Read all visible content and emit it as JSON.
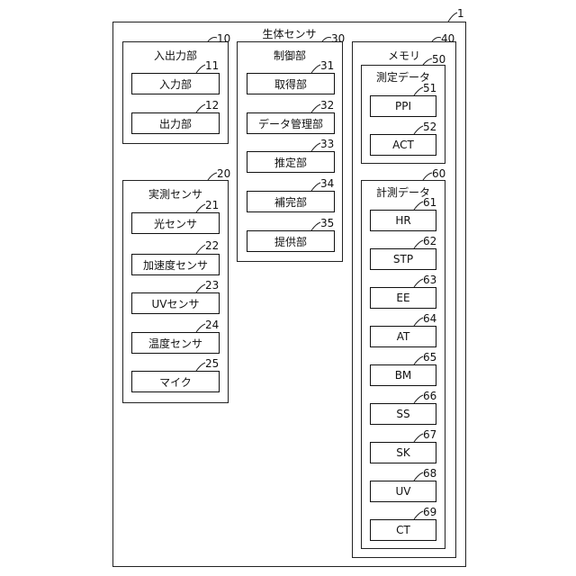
{
  "device": {
    "title": "生体センサ",
    "ref": "1"
  },
  "io_unit": {
    "title": "入出力部",
    "ref": "10",
    "items": [
      {
        "label": "入力部",
        "ref": "11"
      },
      {
        "label": "出力部",
        "ref": "12"
      }
    ]
  },
  "control_unit": {
    "title": "制御部",
    "ref": "30",
    "items": [
      {
        "label": "取得部",
        "ref": "31"
      },
      {
        "label": "データ管理部",
        "ref": "32"
      },
      {
        "label": "推定部",
        "ref": "33"
      },
      {
        "label": "補完部",
        "ref": "34"
      },
      {
        "label": "提供部",
        "ref": "35"
      }
    ]
  },
  "sensor_unit": {
    "title": "実測センサ",
    "ref": "20",
    "items": [
      {
        "label": "光センサ",
        "ref": "21"
      },
      {
        "label": "加速度センサ",
        "ref": "22"
      },
      {
        "label": "UVセンサ",
        "ref": "23"
      },
      {
        "label": "温度センサ",
        "ref": "24"
      },
      {
        "label": "マイク",
        "ref": "25"
      }
    ]
  },
  "memory": {
    "title": "メモリ",
    "ref": "40",
    "measured": {
      "title": "測定データ",
      "ref": "50",
      "items": [
        {
          "label": "PPI",
          "ref": "51"
        },
        {
          "label": "ACT",
          "ref": "52"
        }
      ]
    },
    "computed": {
      "title": "計測データ",
      "ref": "60",
      "items": [
        {
          "label": "HR",
          "ref": "61"
        },
        {
          "label": "STP",
          "ref": "62"
        },
        {
          "label": "EE",
          "ref": "63"
        },
        {
          "label": "AT",
          "ref": "64"
        },
        {
          "label": "BM",
          "ref": "65"
        },
        {
          "label": "SS",
          "ref": "66"
        },
        {
          "label": "SK",
          "ref": "67"
        },
        {
          "label": "UV",
          "ref": "68"
        },
        {
          "label": "CT",
          "ref": "69"
        }
      ]
    }
  }
}
